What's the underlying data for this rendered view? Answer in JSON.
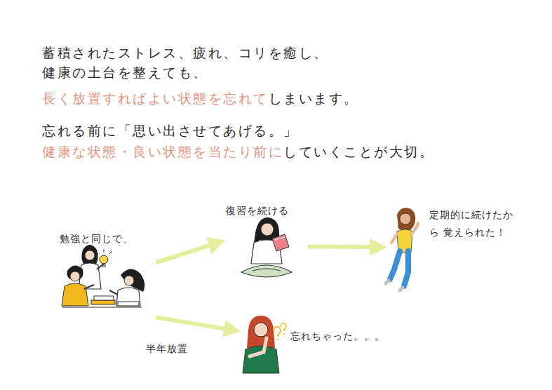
{
  "diagram": {
    "nodes": [
      {
        "text": [
          "勉強と同じで、"
        ]
      },
      {
        "text": [
          "復習を続ける"
        ]
      },
      {
        "text": [
          "定期的に続けたから 覚えられた！"
        ]
      },
      {
        "text": [
          "忘れちゃった。。。"
        ]
      }
    ],
    "edges": [
      {
        "from": 0,
        "to": 1,
        "arrow": "to"
      },
      {
        "from": 1,
        "to": 2,
        "arrow": "to"
      },
      {
        "from": 0,
        "to": 3,
        "arrow": "to",
        "label": "半年放置"
      }
    ],
    "labels": [
      "蓄積されたストレス、疲れ、コリを癒し、",
      "健康の土台を整えても、",
      "長く放置すればよい状態を忘れて",
      "しまいます。",
      "忘れる前に「思い出させてあげる。」",
      "健康な状態・良い状態を当たり前に",
      "していくことが大切。"
    ]
  }
}
